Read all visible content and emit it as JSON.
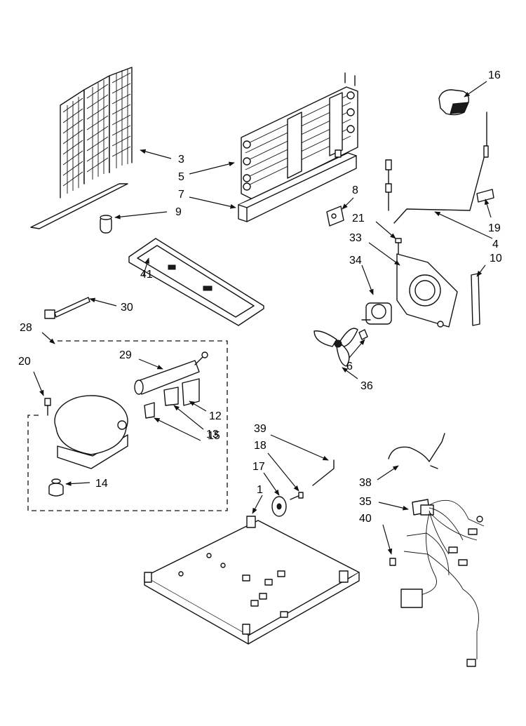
{
  "callouts": [
    "1",
    "3",
    "4",
    "5",
    "6",
    "7",
    "8",
    "9",
    "10",
    "12",
    "13",
    "14",
    "15",
    "16",
    "17",
    "18",
    "19",
    "20",
    "21",
    "28",
    "29",
    "30",
    "33",
    "34",
    "35",
    "36",
    "38",
    "39",
    "40",
    "41"
  ]
}
